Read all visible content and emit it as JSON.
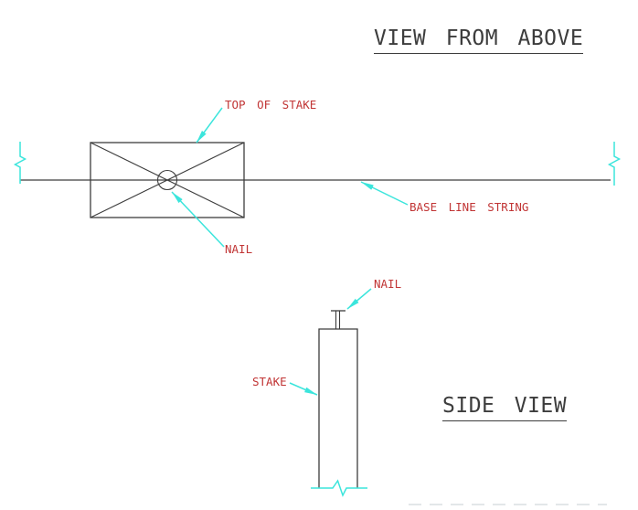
{
  "colors": {
    "line": "#3d3d3d",
    "label": "#c13535",
    "leader": "#3be5dc",
    "faint": "#e3e7e9"
  },
  "titles": {
    "top_view": "VIEW FROM ABOVE",
    "side_view": "SIDE VIEW"
  },
  "labels": {
    "top_of_stake": "TOP OF STAKE",
    "nail_top_view": "NAIL",
    "base_line_string": "BASE LINE STRING",
    "nail_side_view": "NAIL",
    "stake": "STAKE"
  }
}
